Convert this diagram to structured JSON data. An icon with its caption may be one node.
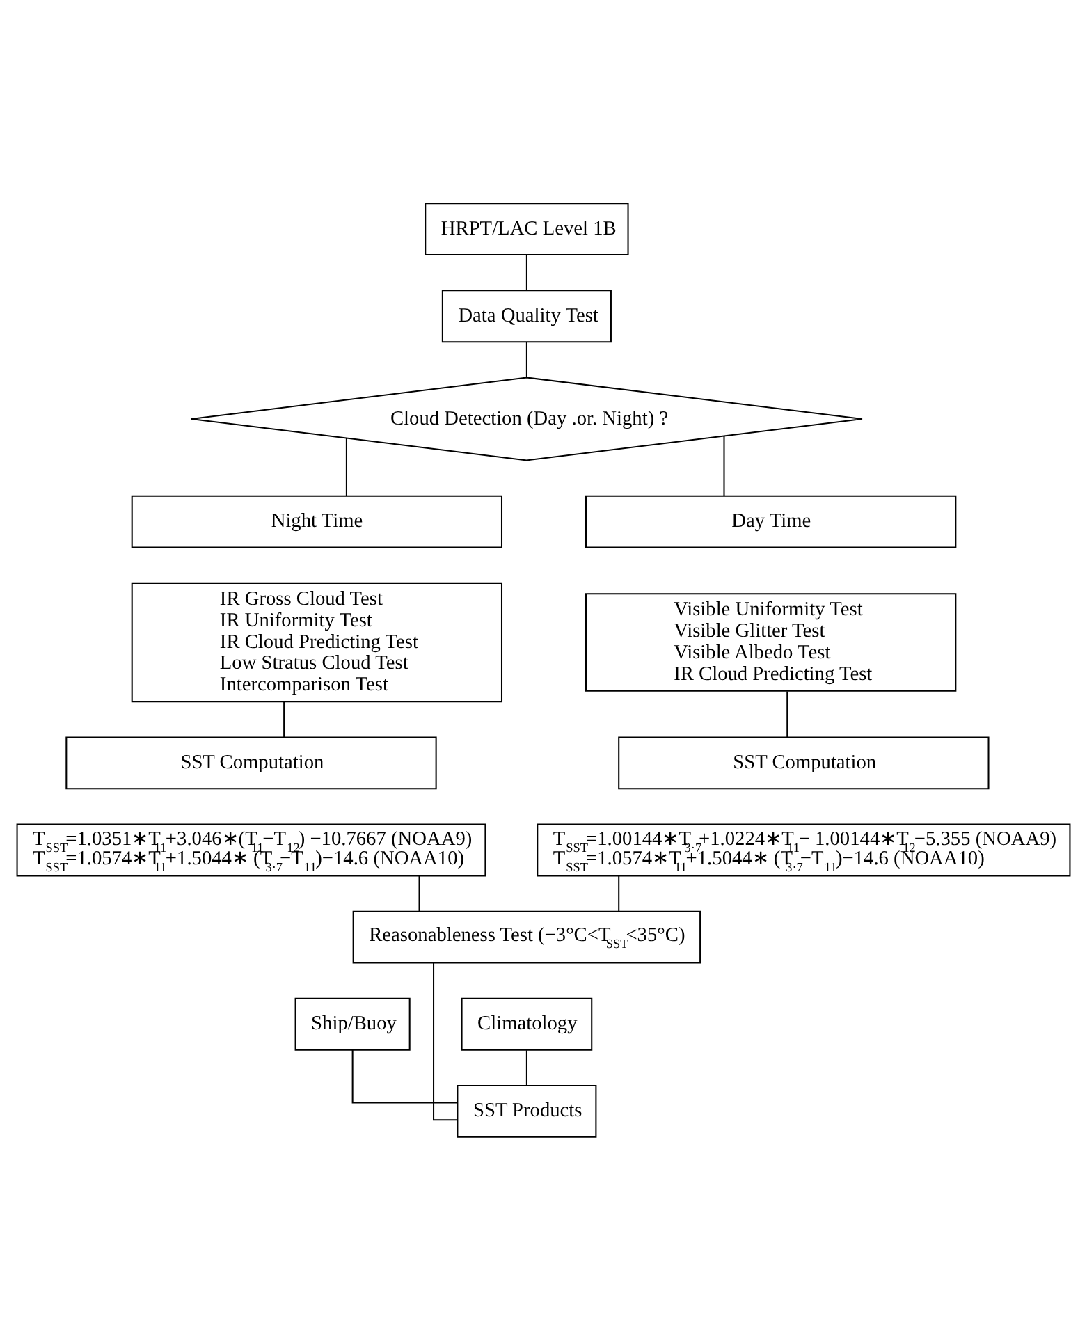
{
  "diagram": {
    "nodes": [
      {
        "text": [
          "HRPT/LAC Level 1B"
        ]
      },
      {
        "text": [
          "Data Quality Test"
        ]
      },
      {
        "text": [
          "Cloud Detection (Day .or. Night) ?"
        ]
      },
      {
        "text": [
          "Night Time"
        ]
      },
      {
        "text": [
          "IR Gross Cloud Test",
          "IR Uniformity Test",
          "IR Cloud Predicting Test",
          "Low Stratus Cloud Test",
          "Intercomparison Test"
        ]
      },
      {
        "text": [
          "SST Computation"
        ]
      },
      {
        "text": [
          "T$_{SST}$=1.0351∗T$_{11}$+3.046∗(T$_{11}$−T$_{12}$) −10.7667 (NOAA9)",
          "T$_{SST}$=1.0574∗T$_{11}$+1.5044∗ (T$_{3·7}$−T$_{11}$)−14.6 (NOAA10)"
        ]
      },
      {
        "text": [
          "Day Time"
        ]
      },
      {
        "text": [
          "Visible Uniformity Test",
          "Visible Glitter Test",
          "Visible Albedo Test",
          "IR Cloud Predicting Test"
        ]
      },
      {
        "text": [
          "SST Computation"
        ]
      },
      {
        "text": [
          "T$_{SST}$=1.00144∗T$_{3·7}$+1.0224∗T$_{11}$− 1.00144∗T$_{12}$−5.355 (NOAA9)",
          "T$_{SST}$=1.0574∗T$_{11}$+1.5044∗ (T$_{3·7}$−T$_{11}$)−14.6 (NOAA10)"
        ]
      },
      {
        "text": [
          "Reasonableness Test (−3°C<T$_{SST}$<35°C)"
        ]
      },
      {
        "text": [
          "Ship/Buoy"
        ]
      },
      {
        "text": [
          "Climatology"
        ]
      },
      {
        "text": [
          "SST Products"
        ]
      }
    ],
    "edges": [
      {
        "from": 0,
        "to": 1,
        "arrow": "none"
      },
      {
        "from": 1,
        "to": 2,
        "arrow": "none"
      },
      {
        "from": 2,
        "to": 3,
        "arrow": "none"
      },
      {
        "from": 2,
        "to": 7,
        "arrow": "none"
      },
      {
        "from": 4,
        "to": 5,
        "arrow": "none"
      },
      {
        "from": 8,
        "to": 9,
        "arrow": "none"
      },
      {
        "from": 6,
        "to": 11,
        "arrow": "none"
      },
      {
        "from": 10,
        "to": 11,
        "arrow": "none"
      },
      {
        "from": 11,
        "to": 14,
        "arrow": "none"
      },
      {
        "from": 12,
        "to": 14,
        "arrow": "none"
      },
      {
        "from": 13,
        "to": 14,
        "arrow": "none"
      }
    ]
  }
}
